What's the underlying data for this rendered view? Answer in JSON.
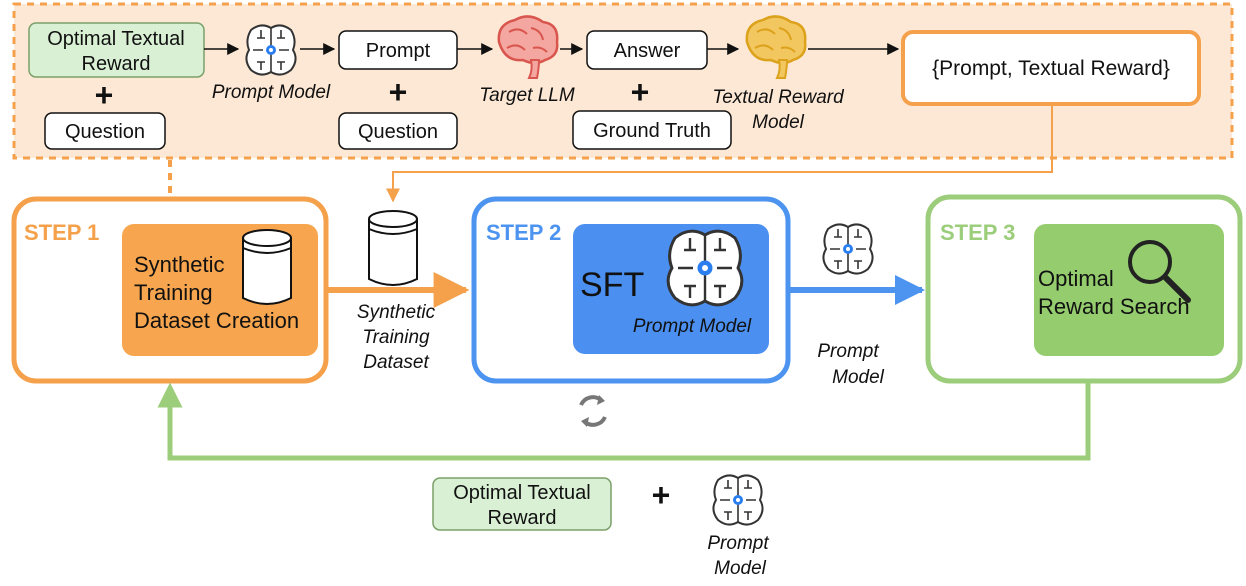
{
  "pipeline": {
    "optimal_reward_line1": "Optimal Textual",
    "optimal_reward_line2": "Reward",
    "plus": "+",
    "question": "Question",
    "prompt_model_label": "Prompt Model",
    "prompt": "Prompt",
    "target_llm_label": "Target LLM",
    "answer": "Answer",
    "ground_truth": "Ground Truth",
    "reward_model_line1": "Textual Reward",
    "reward_model_line2": "Model",
    "output": "{Prompt, Textual Reward}"
  },
  "step1": {
    "label": "STEP 1",
    "line1": "Synthetic",
    "line2": "Training",
    "line3": "Dataset Creation"
  },
  "dataset": {
    "line1": "Synthetic",
    "line2": "Training",
    "line3": "Dataset"
  },
  "step2": {
    "label": "STEP 2",
    "sft": "SFT",
    "model_label": "Prompt Model"
  },
  "between23": {
    "line1": "Prompt",
    "line2": "Model"
  },
  "step3": {
    "label": "STEP 3",
    "line1": "Optimal",
    "line2": "Reward Search"
  },
  "feedback": {
    "reward_line1": "Optimal Textual",
    "reward_line2": "Reward",
    "plus": "+",
    "model_line1": "Prompt",
    "model_line2": "Model"
  },
  "colors": {
    "orange": "#f5a04a",
    "orange_fill": "#f7a64f",
    "peach": "#fde8d5",
    "blue": "#4d94f0",
    "blue_fill": "#4b8ff0",
    "green": "#9ccd7a",
    "green_fill": "#94cc6e",
    "mint": "#d9f0d4",
    "brain_red": "#d9564f",
    "brain_gold": "#dca21c",
    "gear_blue": "#2a7ef0"
  }
}
